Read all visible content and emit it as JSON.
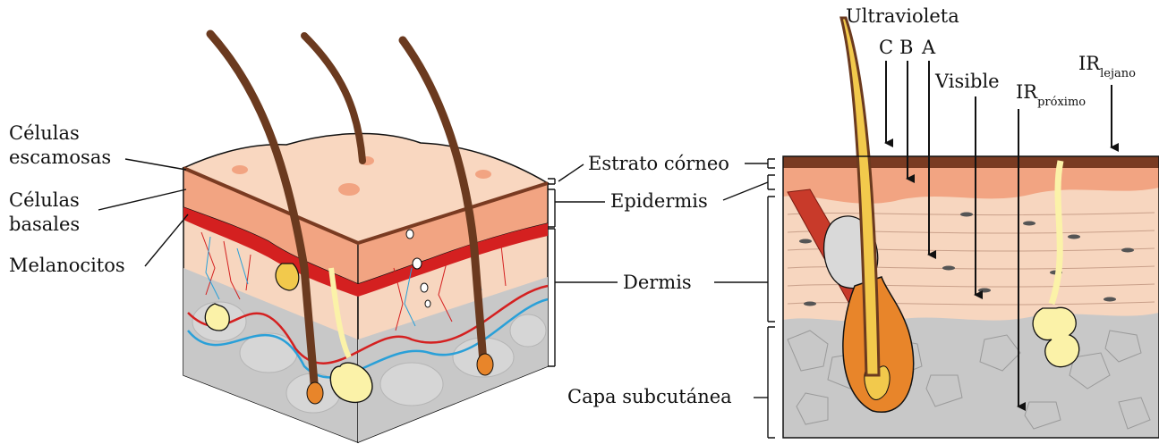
{
  "left_labels": {
    "squamous_line1": "Células",
    "squamous_line2": "escamosas",
    "basal_line1": "Células",
    "basal_line2": "basales",
    "melanocytes": "Melanocitos"
  },
  "layer_labels": {
    "stratum_corneum": "Estrato córneo",
    "epidermis": "Epidermis",
    "dermis": "Dermis",
    "subcutaneous": "Capa subcutánea"
  },
  "radiation": {
    "uv_title": "Ultravioleta",
    "uv_c": "C",
    "uv_b": "B",
    "uv_a": "A",
    "visible": "Visible",
    "ir_near_base": "IR",
    "ir_near_sub": "próximo",
    "ir_far_base": "IR",
    "ir_far_sub": "lejano"
  },
  "colors": {
    "stratum": "#7a3b22",
    "epidermis": "#f2a482",
    "dermis": "#f7d6bf",
    "subcutaneous": "#c8c8c8",
    "hair": "#6b3a1f",
    "artery": "#d42020",
    "vein": "#2aa0d8",
    "gland": "#fbf2a8"
  }
}
